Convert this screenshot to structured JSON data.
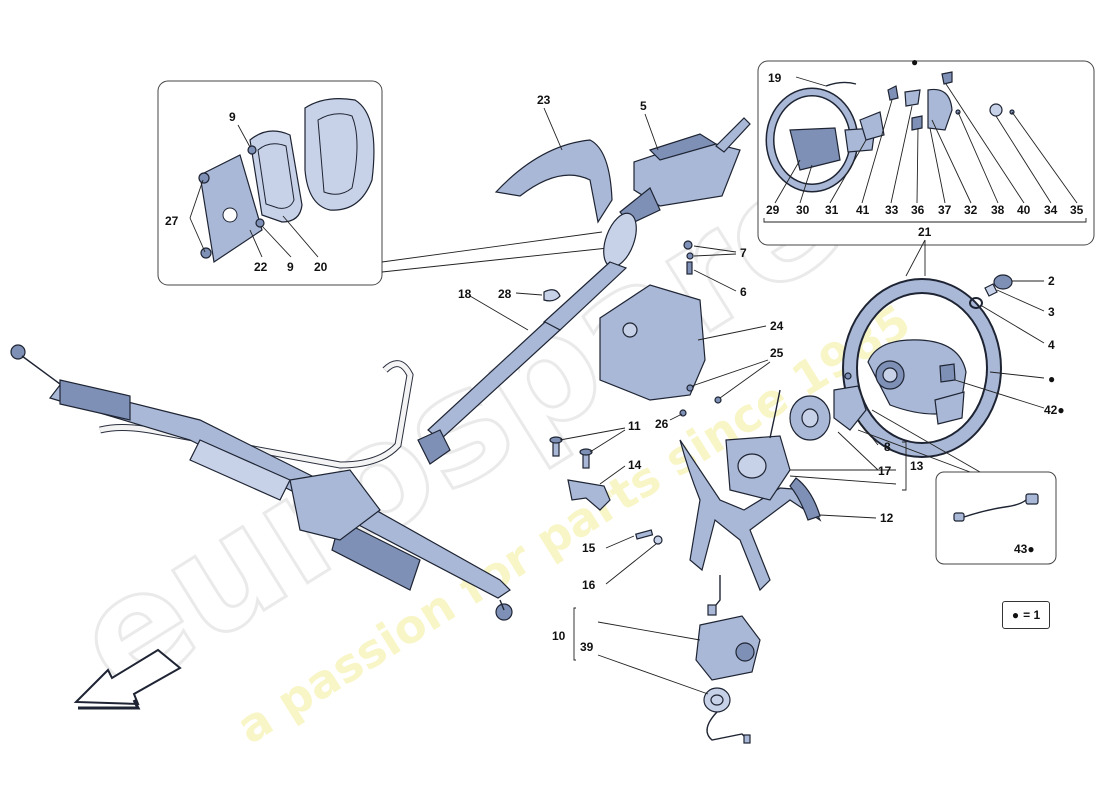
{
  "watermark": {
    "brand": "eurospares",
    "tagline": "a passion for parts since 1985"
  },
  "legend": {
    "symbol": "●",
    "text": "= 1"
  },
  "inset_left": {
    "labels": [
      "9",
      "27",
      "22",
      "9",
      "20"
    ]
  },
  "inset_right": {
    "top_marker": "●",
    "labels": [
      "19",
      "29",
      "30",
      "31",
      "41",
      "33",
      "36",
      "37",
      "32",
      "38",
      "40",
      "34",
      "35"
    ],
    "group_label": "21"
  },
  "inset_bottom": {
    "label": "43●"
  },
  "callouts": {
    "c2": "2",
    "c3": "3",
    "c4": "4",
    "c5": "5",
    "c6": "6",
    "c7": "7",
    "c8": "8",
    "c10": "10",
    "c11": "11",
    "c12": "12",
    "c13": "13",
    "c14": "14",
    "c15": "15",
    "c16": "16",
    "c17": "17",
    "c18": "18",
    "c23": "23",
    "c24": "24",
    "c25": "25",
    "c26": "26",
    "c28": "28",
    "c39": "39",
    "c42": "42●",
    "cdot": "●"
  },
  "colors": {
    "part": "#a9b8d6",
    "part_dark": "#7f90b6",
    "watermark": "#f3ee9a",
    "watermark_gray": "#e6e6e6"
  }
}
